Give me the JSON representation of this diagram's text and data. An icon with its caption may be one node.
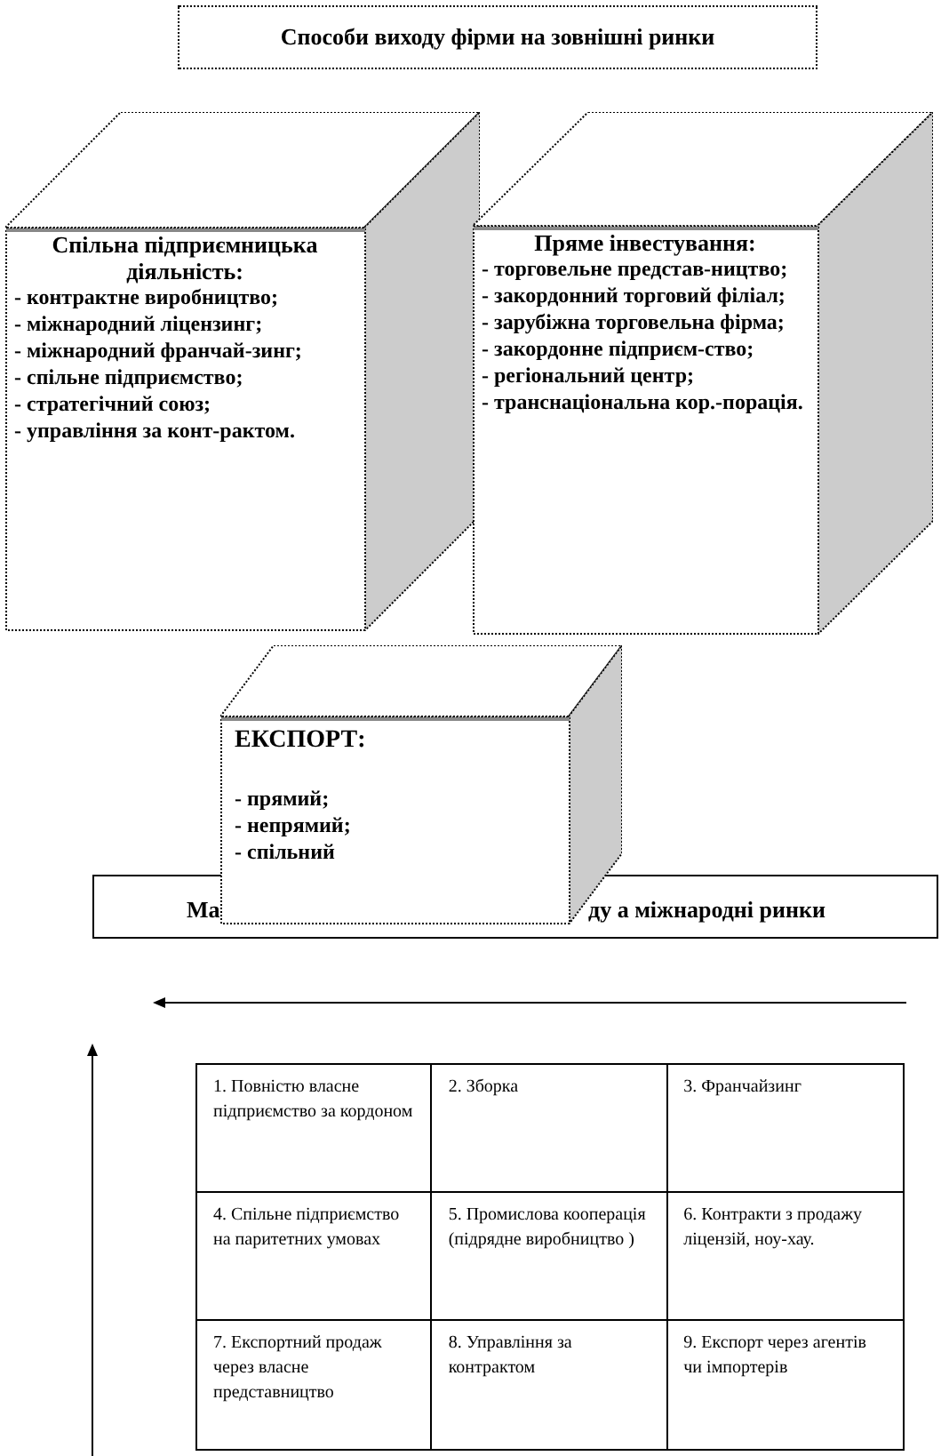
{
  "diagram": {
    "nodes": [
      {
        "text": [
          "Способи виходу фірми  на зовнішні ринки"
        ]
      },
      {
        "text": [
          "Спільна підприємницька діяльність:",
          "- контрактне виробництво;",
          "- міжнародний  ліцензинг;",
          "- міжнародний франчай-зинг;",
          "- спільне підприємство;",
          "- стратегічний союз;",
          "- управління  за конт-рактом."
        ]
      },
      {
        "text": [
          "Пряме інвестування:",
          "- торговельне представ-ництво;",
          "- закордонний торговий філіал;",
          "- зарубіжна торговельна фірма;",
          "- закордонне підприєм-ство;",
          "- регіональний центр;",
          "- транснаціональна кор.-порація."
        ]
      },
      {
        "text": [
          "Ма",
          "ду а міжнародні ринки"
        ]
      },
      {
        "text": [
          "ЕКСПОРТ:",
          "- прямий;",
          "- непрямий;",
          "- спільний"
        ]
      }
    ],
    "labels": [
      "1. Повністю власне підприємство за кордоном",
      "2. Зборка",
      "3. Франчайзинг",
      "4. Спільне підприємство на паритетних умовах",
      "5. Промислова кооперація (підрядне виробництво )",
      "6. Контракти з продажу ліцензій, ноу-хау.",
      "7. Експортний продаж через власне представництво",
      "8. Управління за контрактом",
      "9. Експорт через агентів чи імпортерів"
    ]
  }
}
